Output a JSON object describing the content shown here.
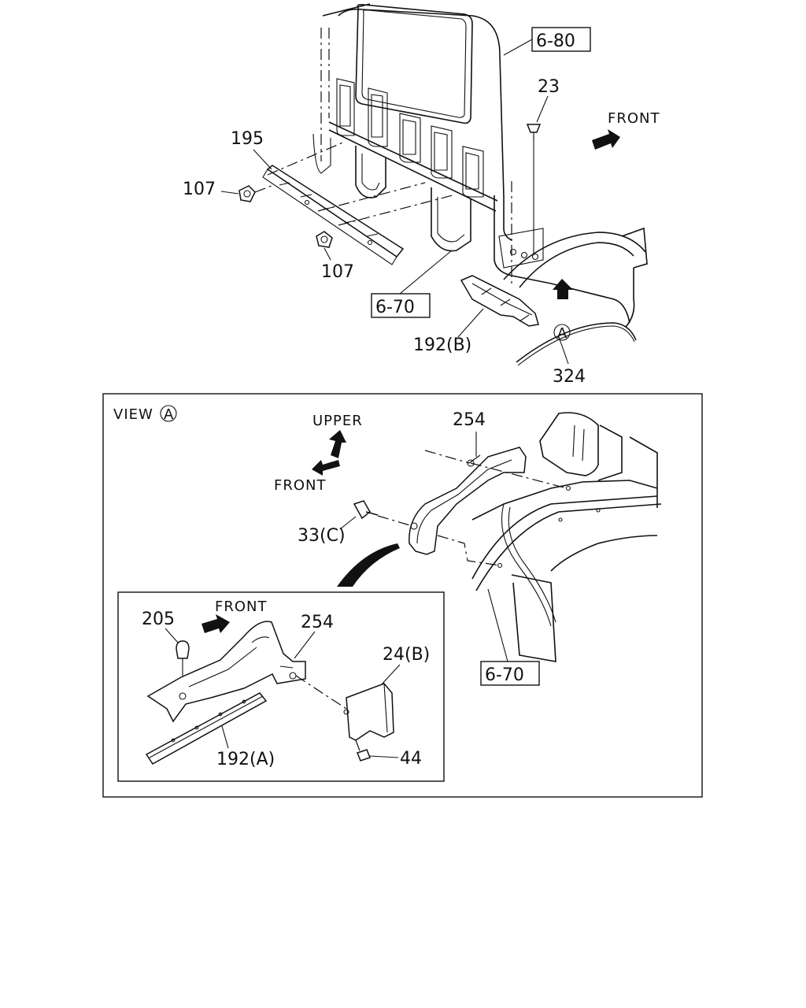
{
  "top": {
    "ref_6_80": "6-80",
    "ref_6_70": "6-70",
    "part_23": "23",
    "part_195": "195",
    "part_107_a": "107",
    "part_107_b": "107",
    "part_192b": "192(B)",
    "part_324": "324",
    "front_label": "FRONT",
    "view_marker": "A"
  },
  "view_a": {
    "title": "VIEW",
    "title_marker": "A",
    "upper_label": "UPPER",
    "front_label": "FRONT",
    "part_254": "254",
    "part_33c": "33(C)",
    "ref_6_70": "6-70"
  },
  "inset": {
    "front_label": "FRONT",
    "part_205": "205",
    "part_254": "254",
    "part_24b": "24(B)",
    "part_192a": "192(A)",
    "part_44": "44"
  }
}
